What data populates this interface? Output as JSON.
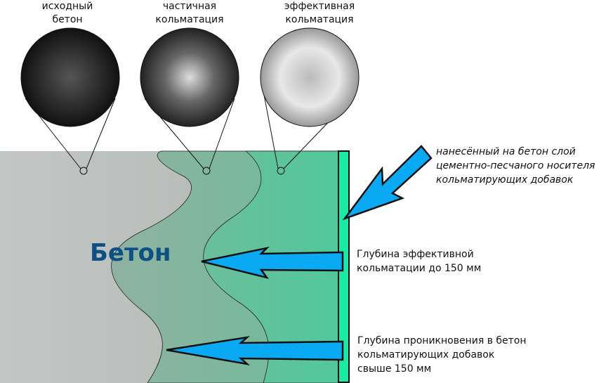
{
  "labels": {
    "original": [
      "исходный",
      "бетон"
    ],
    "partial": [
      "частичная",
      "кольматация"
    ],
    "effective": [
      "эффективная",
      "кольматация"
    ]
  },
  "main_label": "Бетон",
  "annotations": {
    "layer": [
      "нанесённый на бетон слой",
      "цементно-песчаного носителя",
      "кольматирующих добавок"
    ],
    "effective_depth": [
      "Глубина эффективной",
      "кольматации до 150 мм"
    ],
    "penetration_depth": [
      "Глубина проникновения в бетон",
      "кольматирующих добавок",
      "свыше 150 мм"
    ]
  },
  "colors": {
    "concrete": "#b9bcba",
    "partial": "#8fb8a6",
    "effective": "#5cc59c",
    "layer": "#1de9a6",
    "arrow": "#0aa9f3",
    "title": "#0e4f84"
  }
}
